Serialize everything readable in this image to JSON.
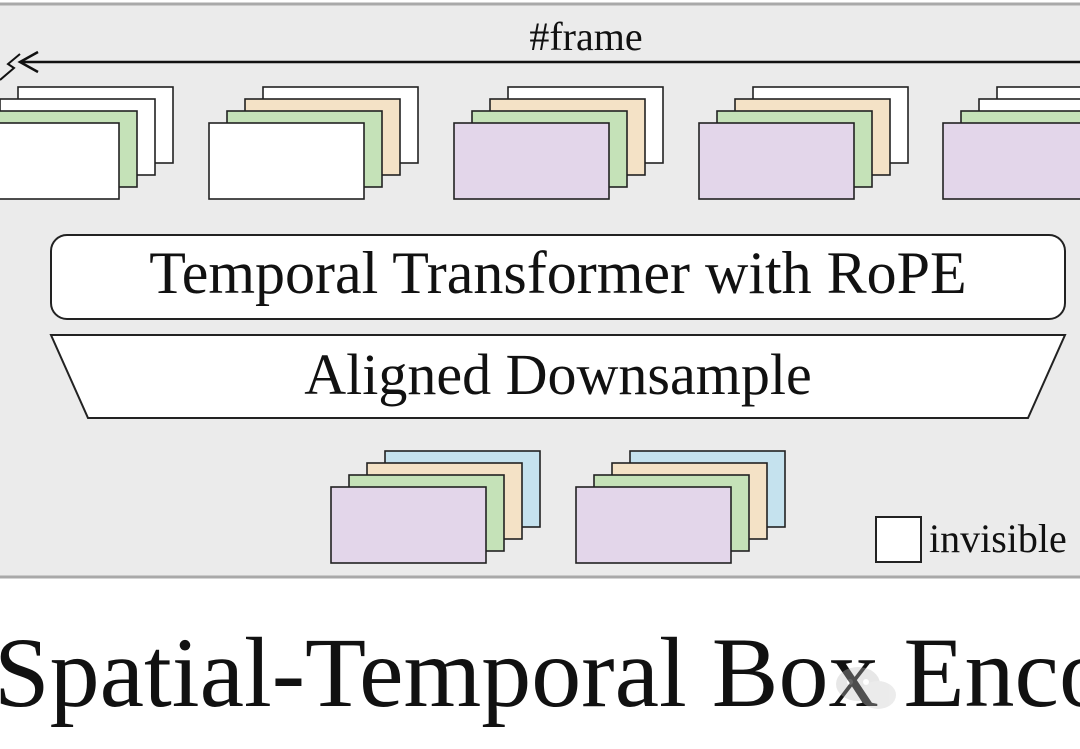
{
  "diagram": {
    "frame_axis_label": "#frame",
    "temporal_block_label": "Temporal Transformer with RoPE",
    "downsample_block_label": "Aligned Downsample",
    "legend_invisible_label": "invisible",
    "caption": "Spatial-Temporal Box Encod"
  },
  "colors": {
    "panel_bg": "#ebebeb",
    "panel_border": "#a9a9a9",
    "invisible": "#ffffff",
    "green": "#c5e2b8",
    "peach": "#f4e2c6",
    "purple": "#e3d6ea",
    "blue": "#c5e2ee",
    "stroke": "#222222"
  },
  "input_stacks": [
    {
      "layers": [
        "invisible",
        "invisible",
        "green",
        "invisible"
      ]
    },
    {
      "layers": [
        "invisible",
        "peach",
        "green",
        "invisible"
      ]
    },
    {
      "layers": [
        "invisible",
        "peach",
        "green",
        "purple"
      ]
    },
    {
      "layers": [
        "invisible",
        "peach",
        "green",
        "purple"
      ]
    },
    {
      "layers": [
        "invisible",
        "invisible",
        "green",
        "purple"
      ]
    }
  ],
  "output_stacks": [
    {
      "layers": [
        "blue",
        "peach",
        "green",
        "purple"
      ]
    },
    {
      "layers": [
        "blue",
        "peach",
        "green",
        "purple"
      ]
    }
  ]
}
